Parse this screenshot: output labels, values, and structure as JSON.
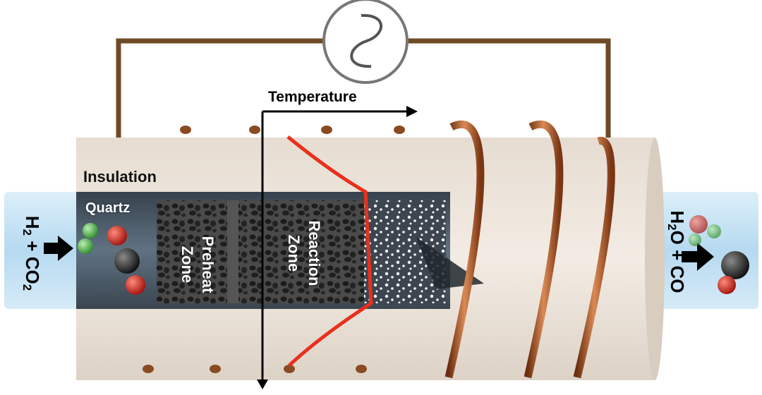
{
  "labels": {
    "insulation": "Insulation",
    "quartz": "Quartz",
    "preheat_zone": "Preheat\nZone",
    "reaction_zone": "Reaction\nZone",
    "temperature": "Temperature"
  },
  "inlet": {
    "species_1": "H",
    "sub_1": "2",
    "op": "+",
    "species_2": "CO",
    "sub_2": "2"
  },
  "outlet": {
    "species_1": "H",
    "sub_1": "2",
    "species_1b": "O",
    "op": "+",
    "species_2": "CO"
  },
  "colors": {
    "insulation": "#ede3d8",
    "tube": "#bcdff3",
    "wire": "#6e4a24",
    "copper_coil": "#a8582a",
    "temperature_profile": "#e8301c",
    "foam": "#3a3a3a"
  },
  "icons": [
    "ac-source-icon",
    "flow-arrow-icon",
    "hydrogen-molecule-icon",
    "co2-molecule-icon",
    "water-molecule-icon",
    "co-molecule-icon"
  ]
}
